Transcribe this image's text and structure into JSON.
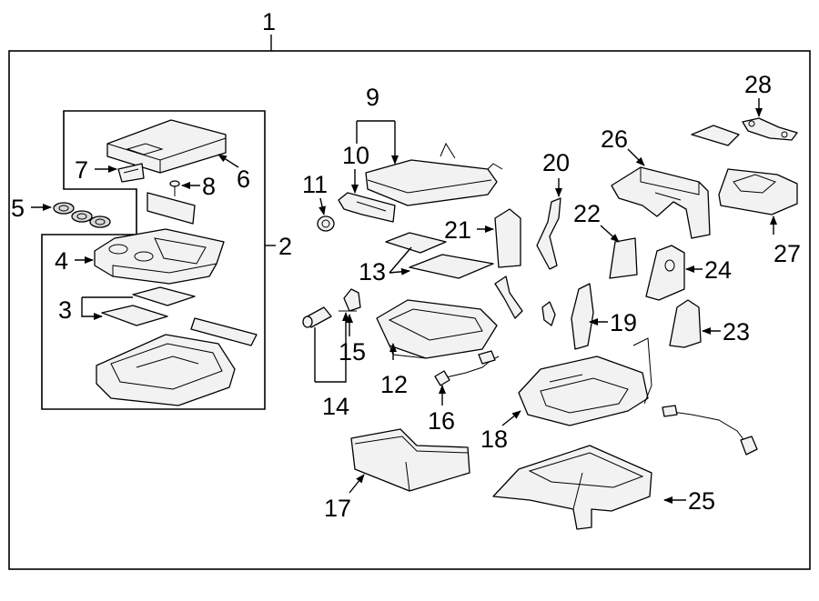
{
  "diagram": {
    "callouts": {
      "c1": "1",
      "c2": "2",
      "c3": "3",
      "c4": "4",
      "c5": "5",
      "c6": "6",
      "c7": "7",
      "c8": "8",
      "c9": "9",
      "c10": "10",
      "c11": "11",
      "c12": "12",
      "c13": "13",
      "c14": "14",
      "c15": "15",
      "c16": "16",
      "c17": "17",
      "c18": "18",
      "c19": "19",
      "c20": "20",
      "c21": "21",
      "c22": "22",
      "c23": "23",
      "c24": "24",
      "c25": "25",
      "c26": "26",
      "c27": "27",
      "c28": "28"
    },
    "colors": {
      "line": "#000000",
      "fill": "#f2f2f2",
      "shade": "#d9d9d9",
      "background": "#ffffff"
    }
  }
}
